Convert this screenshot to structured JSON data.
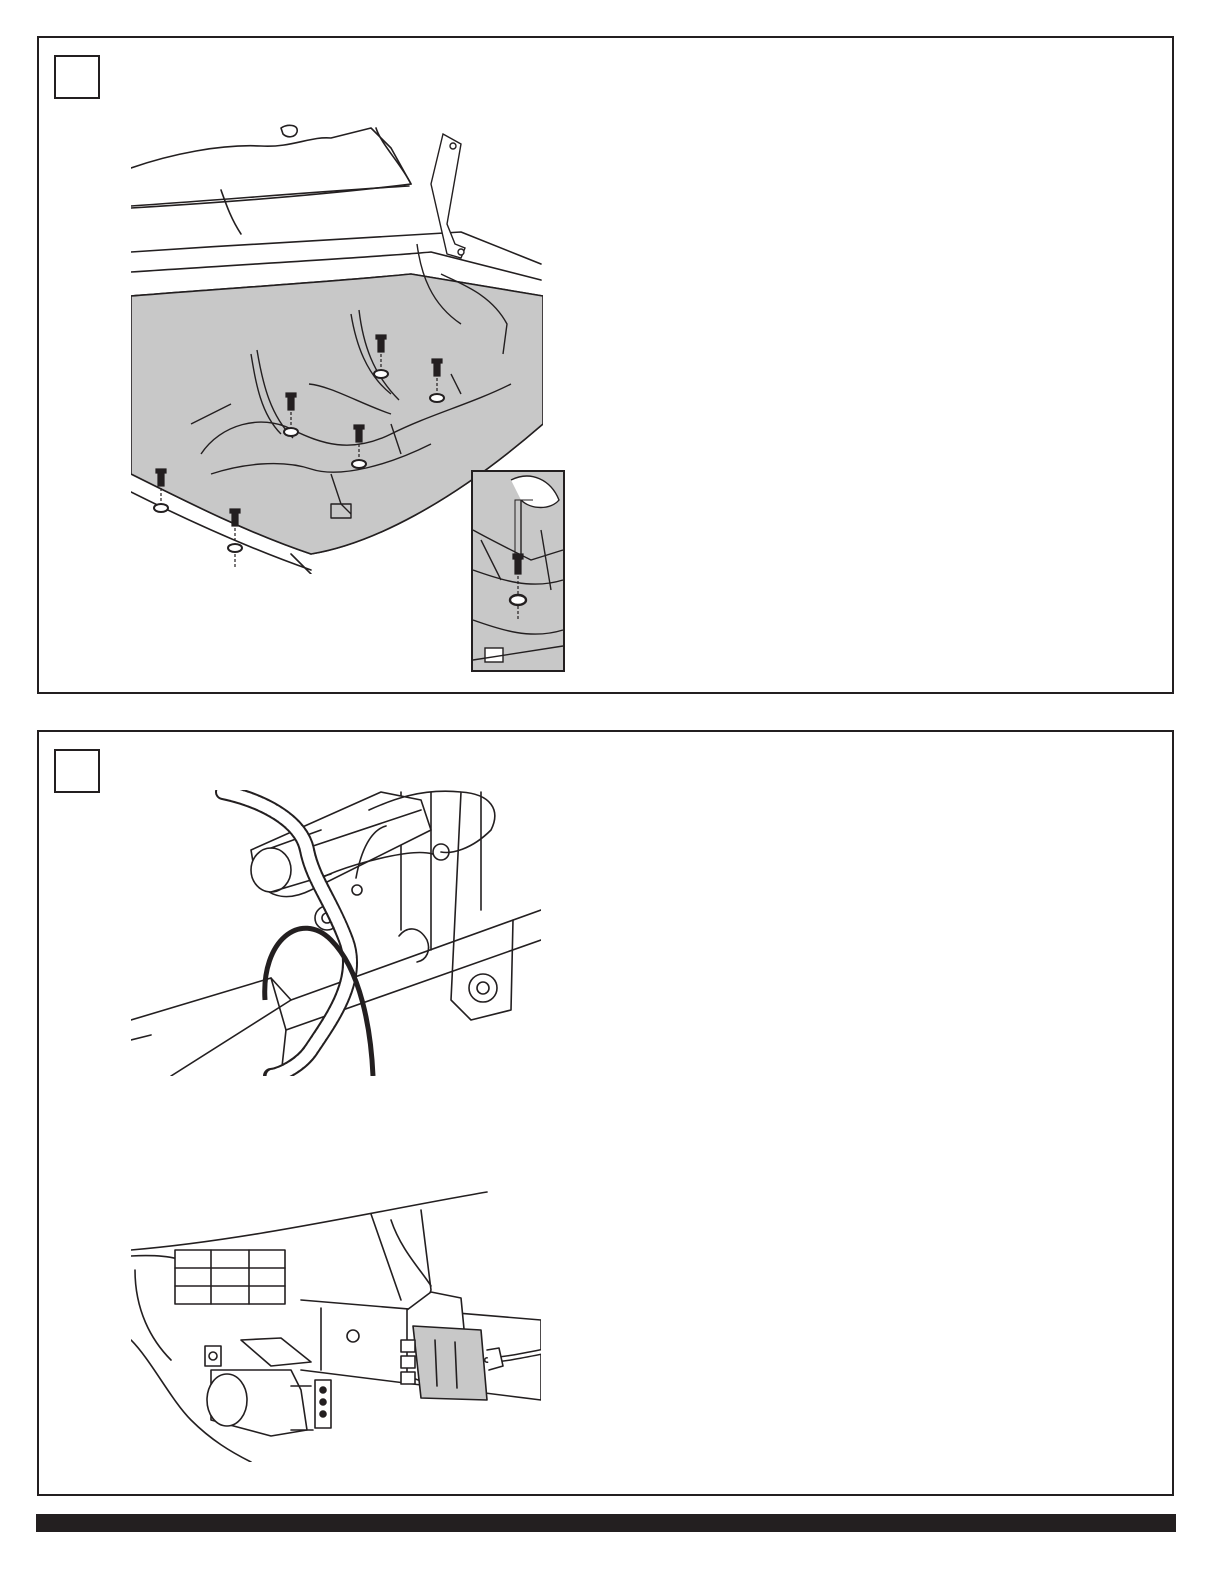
{
  "panels": [
    {
      "step_number": "",
      "figures": [
        "cargo-box-interior-screws",
        "detail-inset-screw-washer"
      ]
    },
    {
      "step_number": "",
      "figures": [
        "hinge-bracket-wire-harness",
        "trailer-connector-plug"
      ]
    }
  ],
  "colors": {
    "line": "#231f20",
    "shade": "#c8c8c8",
    "paper": "#ffffff"
  }
}
